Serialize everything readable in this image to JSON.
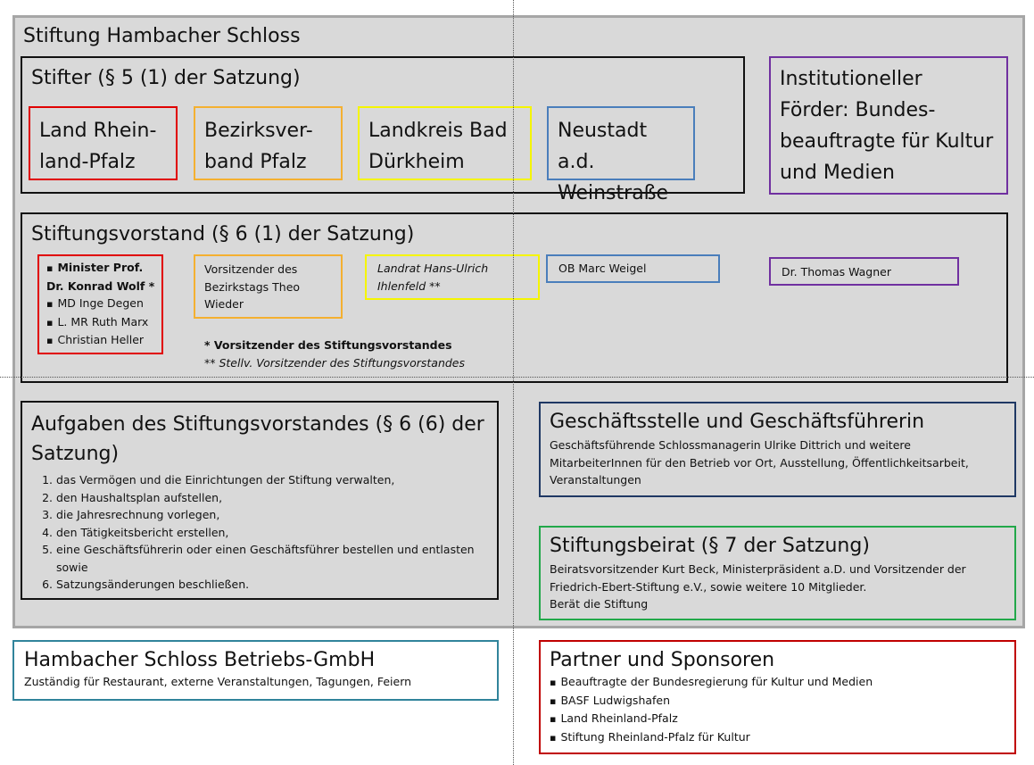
{
  "title": "Stiftung Hambacher Schloss",
  "stifter": {
    "title": "Stifter (§ 5 (1) der Satzung)",
    "members": [
      "Land Rhein-land-Pfalz",
      "Bezirksver-band Pfalz",
      "Landkreis Bad Dürkheim",
      "Neustadt a.d. Weinstraße"
    ]
  },
  "institutionell": "Institutioneller Förder: Bundes-beauftragte für Kultur und Medien",
  "vorstand": {
    "title": "Stiftungsvorstand (§ 6 (1) der Satzung)",
    "land": [
      "Minister Prof. Dr. Konrad Wolf *",
      "MD Inge Degen",
      "L. MR Ruth Marx",
      "Christian Heller"
    ],
    "bezirk": "Vorsitzender des Bezirkstags Theo Wieder",
    "landkreis": "Landrat Hans-Ulrich Ihlenfeld **",
    "neustadt": "OB Marc Weigel",
    "bund": "Dr. Thomas Wagner",
    "note1": "* Vorsitzender des Stiftungsvorstandes",
    "note2": "** Stellv. Vorsitzender des Stiftungsvorstandes"
  },
  "aufgaben": {
    "title": "Aufgaben des Stiftungsvorstandes (§ 6 (6) der Satzung)",
    "items": [
      "das Vermögen und die Einrichtungen der Stiftung verwalten,",
      "den Haushaltsplan aufstellen,",
      "die Jahresrechnung vorlegen,",
      "den Tätigkeitsbericht erstellen,",
      "eine Geschäftsführerin oder einen Geschäftsführer bestellen und entlasten sowie",
      "Satzungsänderungen beschließen."
    ]
  },
  "geschaeftsstelle": {
    "title": "Geschäftsstelle und Geschäftsführerin",
    "text": "Geschäftsführende Schlossmanagerin Ulrike Dittrich und weitere MitarbeiterInnen  für den Betrieb vor Ort, Ausstellung, Öffentlichkeitsarbeit, Veranstaltungen"
  },
  "beirat": {
    "title": "Stiftungsbeirat (§ 7 der Satzung)",
    "text": "Beiratsvorsitzender Kurt Beck, Ministerpräsident a.D. und Vorsitzender der Friedrich-Ebert-Stiftung e.V., sowie weitere 10 Mitglieder.",
    "text2": "Berät die Stiftung"
  },
  "gmbh": {
    "title": "Hambacher Schloss Betriebs-GmbH",
    "text": "Zuständig für Restaurant, externe Veranstaltungen, Tagungen, Feiern"
  },
  "partner": {
    "title": "Partner und Sponsoren",
    "items": [
      "Beauftragte der Bundesregierung für Kultur und Medien",
      "BASF Ludwigshafen",
      "Land Rheinland-Pfalz",
      "Stiftung Rheinland-Pfalz für Kultur"
    ]
  },
  "colors": {
    "red": "#e00000",
    "orange": "#f4b030",
    "yellow": "#f5f500",
    "blue": "#4a7ebb",
    "purple": "#7030a0",
    "navy": "#1f3864",
    "green": "#22a84a",
    "teal": "#31849b",
    "darkred": "#c00000"
  }
}
